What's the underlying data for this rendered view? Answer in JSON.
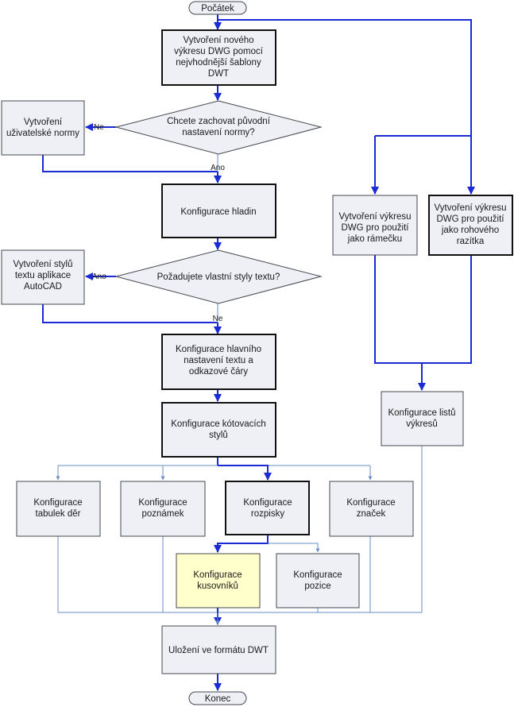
{
  "flowchart": {
    "start": "Počátek",
    "end": "Konec",
    "create_template": [
      "Vytvoření nového",
      "výkresu DWG pomocí",
      "nejvhodnější šablony",
      "DWT"
    ],
    "keep_standard_question": [
      "Chcete zachovat původní",
      "nastavení normy?"
    ],
    "create_user_standard": [
      "Vytvoření",
      "uživatelské normy"
    ],
    "layers_config": [
      "Konfigurace hladin"
    ],
    "text_style_question": [
      "Požadujete vlastní styly textu?"
    ],
    "create_text_styles": [
      "Vytvoření stylů",
      "textu aplikace",
      "AutoCAD"
    ],
    "main_text_config": [
      "Konfigurace hlavního",
      "nastavení textu a",
      "odkazové čáry"
    ],
    "dimension_styles_config": [
      "Konfigurace kótovacích",
      "stylů"
    ],
    "hole_tables_config": [
      "Konfigurace",
      "tabulek děr"
    ],
    "notes_config": [
      "Konfigurace",
      "poznámek"
    ],
    "parts_list_config": [
      "Konfigurace",
      "rozpisky"
    ],
    "symbols_config": [
      "Konfigurace",
      "značek"
    ],
    "bom_config": [
      "Konfigurace",
      "kusovníků"
    ],
    "balloon_config": [
      "Konfigurace",
      "pozice"
    ],
    "save_dwt": [
      "Uložení ve formátu DWT"
    ],
    "frame_drawing": [
      "Vytvoření výkresu",
      "DWG pro použití",
      "jako rámečku"
    ],
    "title_block_drawing": [
      "Vytvoření výkresu",
      "DWG pro použití",
      "jako rohového",
      "razítka"
    ],
    "sheets_config": [
      "Konfigurace listů",
      "výkresů"
    ],
    "labels": {
      "no_1": "Ne",
      "yes_1": "Ano",
      "yes_2": "Ano",
      "no_2": "Ne"
    }
  }
}
